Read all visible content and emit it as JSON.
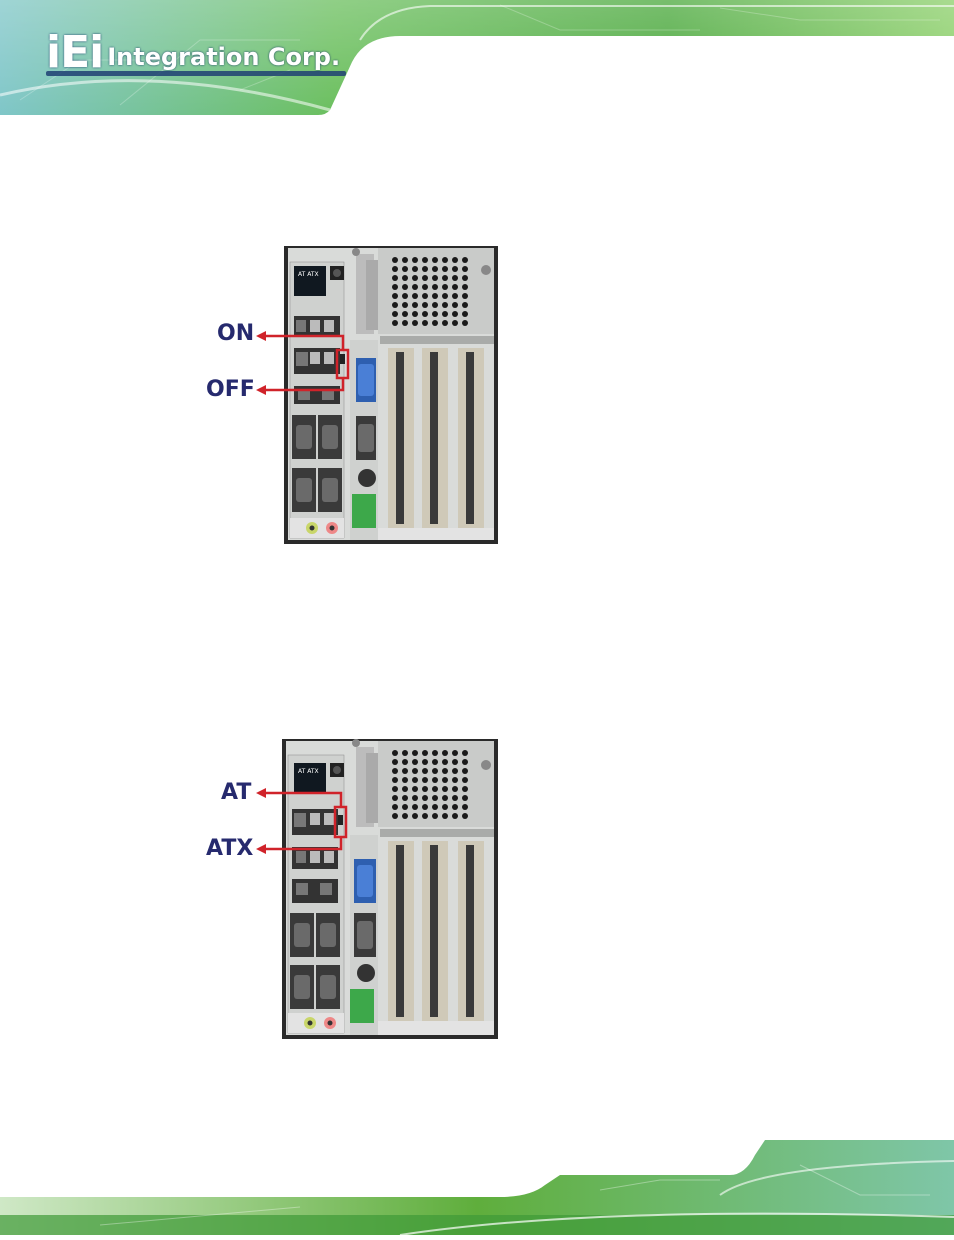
{
  "header": {
    "logo_mark": "iEi",
    "logo_text": "Integration Corp."
  },
  "figure_switch": {
    "label_top": "ON",
    "label_bottom": "OFF"
  },
  "figure_mode": {
    "label_top": "AT",
    "label_bottom": "ATX"
  },
  "colors": {
    "brand_green": "#5fae3c",
    "label_navy": "#262a6e",
    "arrow_red": "#d0232a"
  }
}
